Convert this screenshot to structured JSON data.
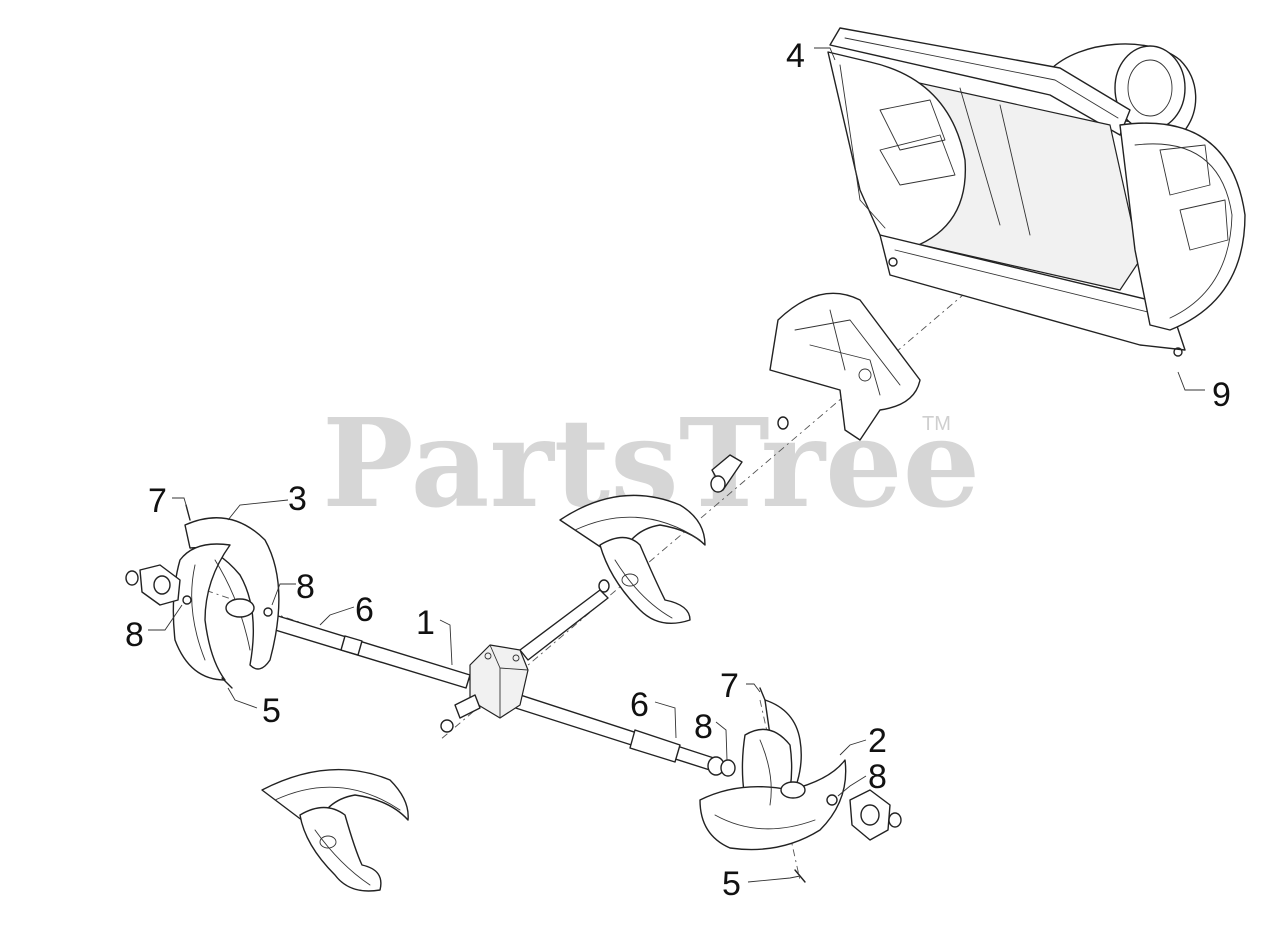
{
  "watermark": {
    "brand": "PartsTree",
    "trademark": "TM"
  },
  "callouts": {
    "part_1": "1",
    "part_2": "2",
    "part_3": "3",
    "part_4": "4",
    "part_5_left": "5",
    "part_5_right": "5",
    "part_6_left": "6",
    "part_6_right": "6",
    "part_7_left": "7",
    "part_7_right": "7",
    "part_8_left_upper": "8",
    "part_8_left_lower": "8",
    "part_8_right_upper": "8",
    "part_8_right_lower": "8",
    "part_9": "9"
  }
}
